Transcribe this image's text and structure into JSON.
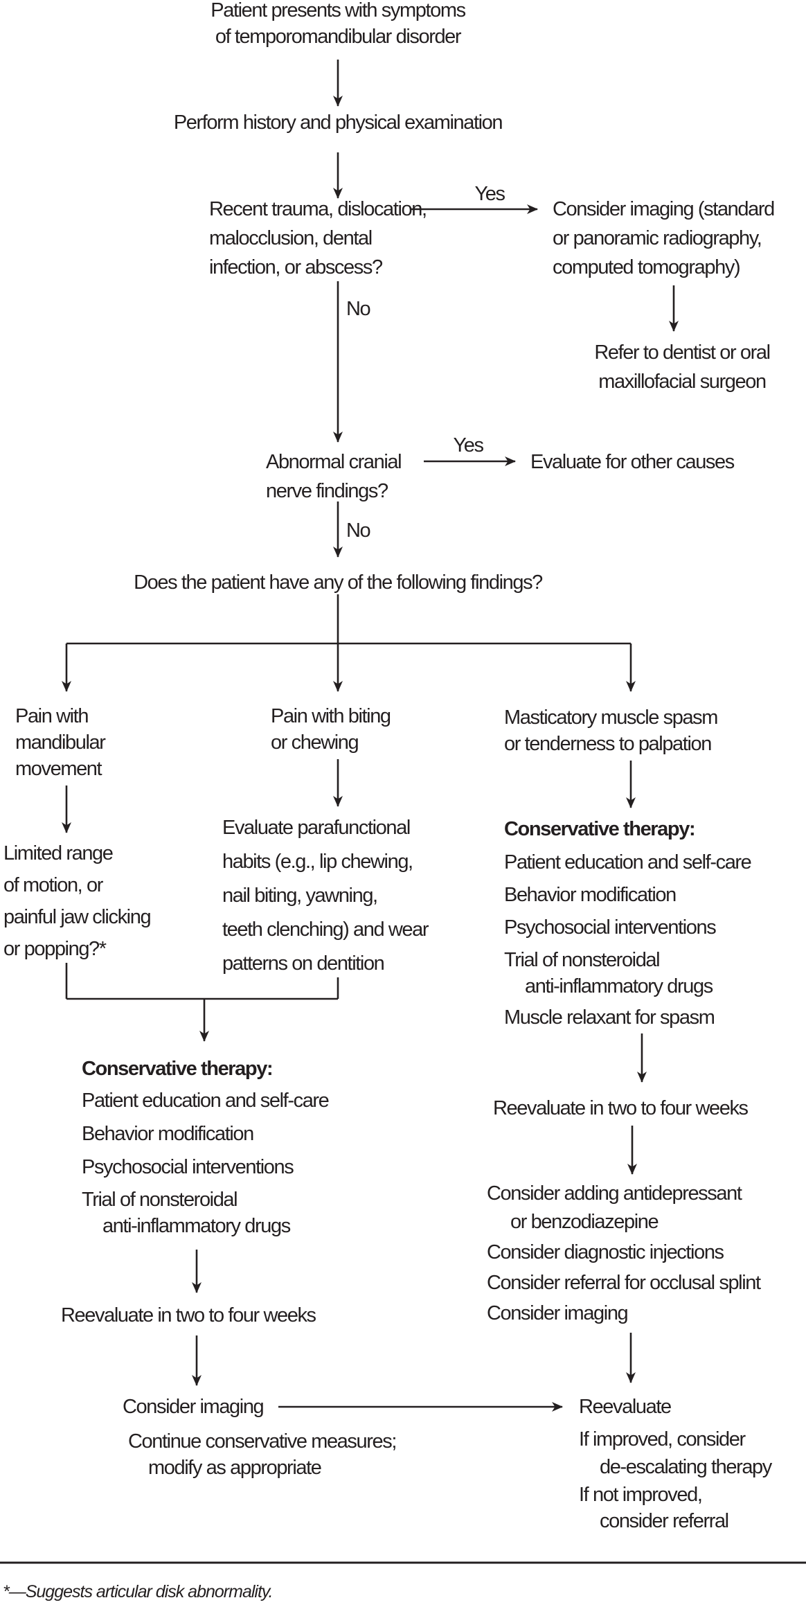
{
  "palette": {
    "ink": "#231f20",
    "background": "#ffffff"
  },
  "fc": {
    "start": [
      "Patient presents with symptoms",
      "of temporomandibular disorder"
    ],
    "exam": "Perform history and physical examination",
    "trauma_q": [
      "Recent trauma, dislocation,",
      "malocclusion, dental",
      "infection, or abscess?"
    ],
    "trauma_yes": "Yes",
    "trauma_no": "No",
    "imaging": [
      "Consider imaging (standard",
      "or panoramic radiography,",
      "computed tomography)"
    ],
    "refer": [
      "Refer to dentist or oral",
      "maxillofacial surgeon"
    ],
    "cranial_q": [
      "Abnormal cranial",
      "nerve findings?"
    ],
    "cranial_yes": "Yes",
    "cranial_no": "No",
    "evaluate_other": "Evaluate for other causes",
    "findings_q": "Does the patient have any of the following findings?",
    "branches": {
      "movement": [
        "Pain with",
        "mandibular",
        "movement"
      ],
      "biting": [
        "Pain with biting",
        "or chewing"
      ],
      "spasm": [
        "Masticatory muscle spasm",
        "or tenderness to palpation"
      ]
    },
    "limited_range": [
      "Limited range",
      "of motion, or",
      "painful jaw clicking",
      "or popping?*"
    ],
    "parafunctional": [
      "Evaluate parafunctional",
      "habits (e.g., lip chewing,",
      "nail biting, yawning,",
      "teeth clenching) and wear",
      "patterns on dentition"
    ],
    "ct_right": {
      "title": "Conservative therapy:",
      "items": [
        "Patient education and self-care",
        "Behavior modification",
        "Psychosocial interventions",
        "Trial of nonsteroidal",
        "anti-inflammatory drugs",
        "Muscle relaxant for spasm"
      ]
    },
    "ct_left": {
      "title": "Conservative therapy:",
      "items": [
        "Patient education and self-care",
        "Behavior modification",
        "Psychosocial interventions",
        "Trial of nonsteroidal",
        "anti-inflammatory drugs"
      ]
    },
    "reevaluate_right": "Reevaluate in two to four weeks",
    "reevaluate_left": "Reevaluate in two to four weeks",
    "escalation": [
      "Consider adding antidepressant",
      "or benzodiazepine",
      "Consider diagnostic injections",
      "Consider referral for occlusal splint",
      "Consider imaging"
    ],
    "consider_imaging": "Consider imaging",
    "continue": [
      "Continue conservative measures;",
      "modify as appropriate"
    ],
    "final": {
      "reevaluate": "Reevaluate",
      "items": [
        "If improved, consider",
        "de-escalating therapy",
        "If not improved,",
        "consider referral"
      ]
    },
    "footnote": "*—Suggests articular disk abnormality."
  }
}
